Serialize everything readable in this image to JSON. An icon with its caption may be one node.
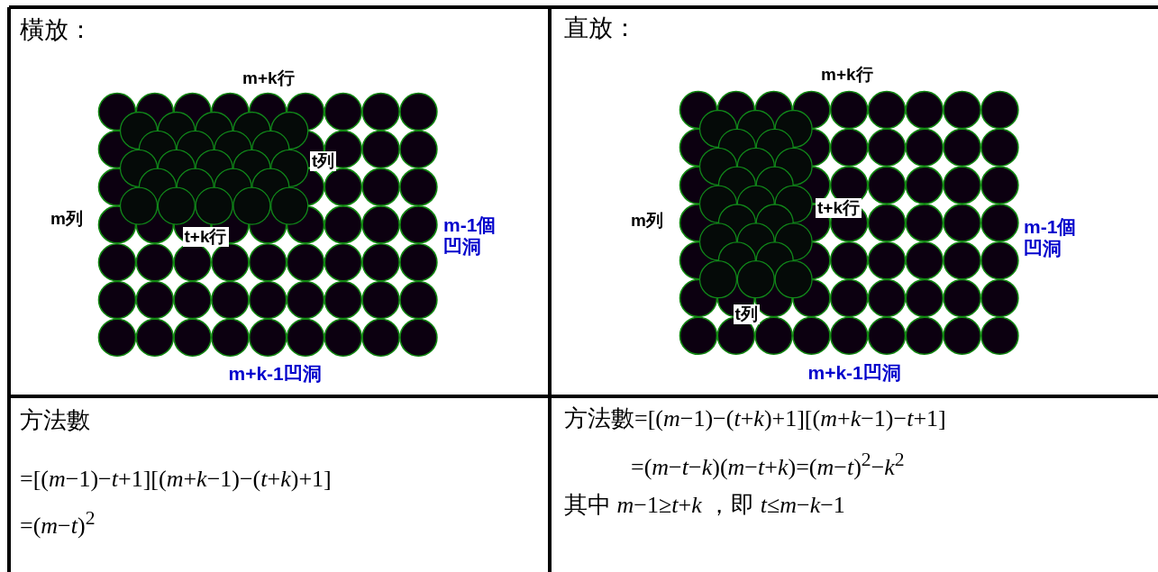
{
  "diagram": {
    "labels": [
      "橫放：",
      "m+k行",
      "t列",
      "m列",
      "t+k行",
      "m-1個凹洞",
      "m+k-1凹洞",
      "直放：",
      "m+k行",
      "t+k行",
      "m列",
      "m-1個凹洞",
      "t列",
      "m+k-1凹洞",
      "方法數",
      "=[(*m*−1)−*t*+1][(*m*+*k*−1)−(*t*+*k*)+1]",
      "=(*m*−*t*)$^{2}$",
      "方法數=[(*m*−1)−(*t*+*k*)+1][(*m*+*k*−1)−*t*+1]",
      "=(*m*−*t*−*k*)(*m*−*t*+*k*)=(*m*−*t*)$^{2}$−*k*$^{2}$",
      "其中 *m*−1≥*t*+*k* ，即 *t*≤*m*−*k*−1"
    ]
  }
}
